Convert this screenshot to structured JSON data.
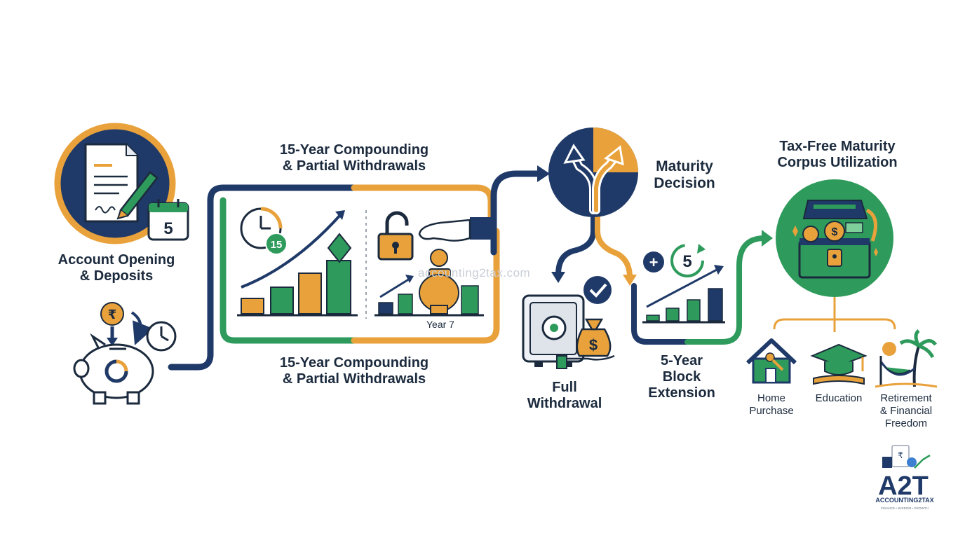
{
  "colors": {
    "navy": "#1f3a68",
    "orange": "#e9a23b",
    "green": "#2e9b5c",
    "dark_text": "#1b2a3d"
  },
  "steps": {
    "account_opening": {
      "line1": "Account Opening",
      "line2": "& Deposits",
      "calendar_number": "5",
      "coin_symbol": "₹"
    },
    "compounding_top": {
      "line1": "15-Year Compounding",
      "line2": "& Partial Withdrawals"
    },
    "compounding_bottom": {
      "line1": "15-Year Compounding",
      "line2": "& Partial Withdrawals"
    },
    "timer_badge": "15",
    "year_marker": "Year 7",
    "maturity_decision": {
      "line1": "Maturity",
      "line2": "Decision"
    },
    "full_withdrawal": {
      "line1": "Full",
      "line2": "Withdrawal",
      "bag_symbol": "$"
    },
    "block_extension": {
      "line1": "5-Year",
      "line2": "Block",
      "line3": "Extension",
      "plus_symbol": "+",
      "cycle_number": "5"
    },
    "tax_free": {
      "line1": "Tax-Free Maturity",
      "line2": "Corpus Utilization",
      "coin_symbol": "$"
    },
    "uses": [
      {
        "line1": "Home",
        "line2": "Purchase",
        "line3": ""
      },
      {
        "line1": "Education",
        "line2": "",
        "line3": ""
      },
      {
        "line1": "Retirement",
        "line2": "& Financial",
        "line3": "Freedom"
      }
    ]
  },
  "watermark": "accounting2tax.com",
  "logo": {
    "mark": "A2T",
    "name": "ACCOUNTING2TAX",
    "tagline": "FINANCE • WISDOM • GROWTH",
    "coin_symbol": "₹"
  },
  "icons": [
    "document-icon",
    "pen-icon",
    "calendar-icon",
    "rupee-coin-icon",
    "piggy-bank-icon",
    "clock-icon",
    "timer-icon",
    "growth-chart-icon",
    "padlock-open-icon",
    "hand-coin-icon",
    "money-pot-icon",
    "decision-arrows-icon",
    "safe-icon",
    "checkmark-icon",
    "money-bag-icon",
    "plus-icon",
    "renew-cycle-icon",
    "treasure-chest-icon",
    "house-key-icon",
    "graduation-cap-icon",
    "beach-hammock-icon"
  ]
}
